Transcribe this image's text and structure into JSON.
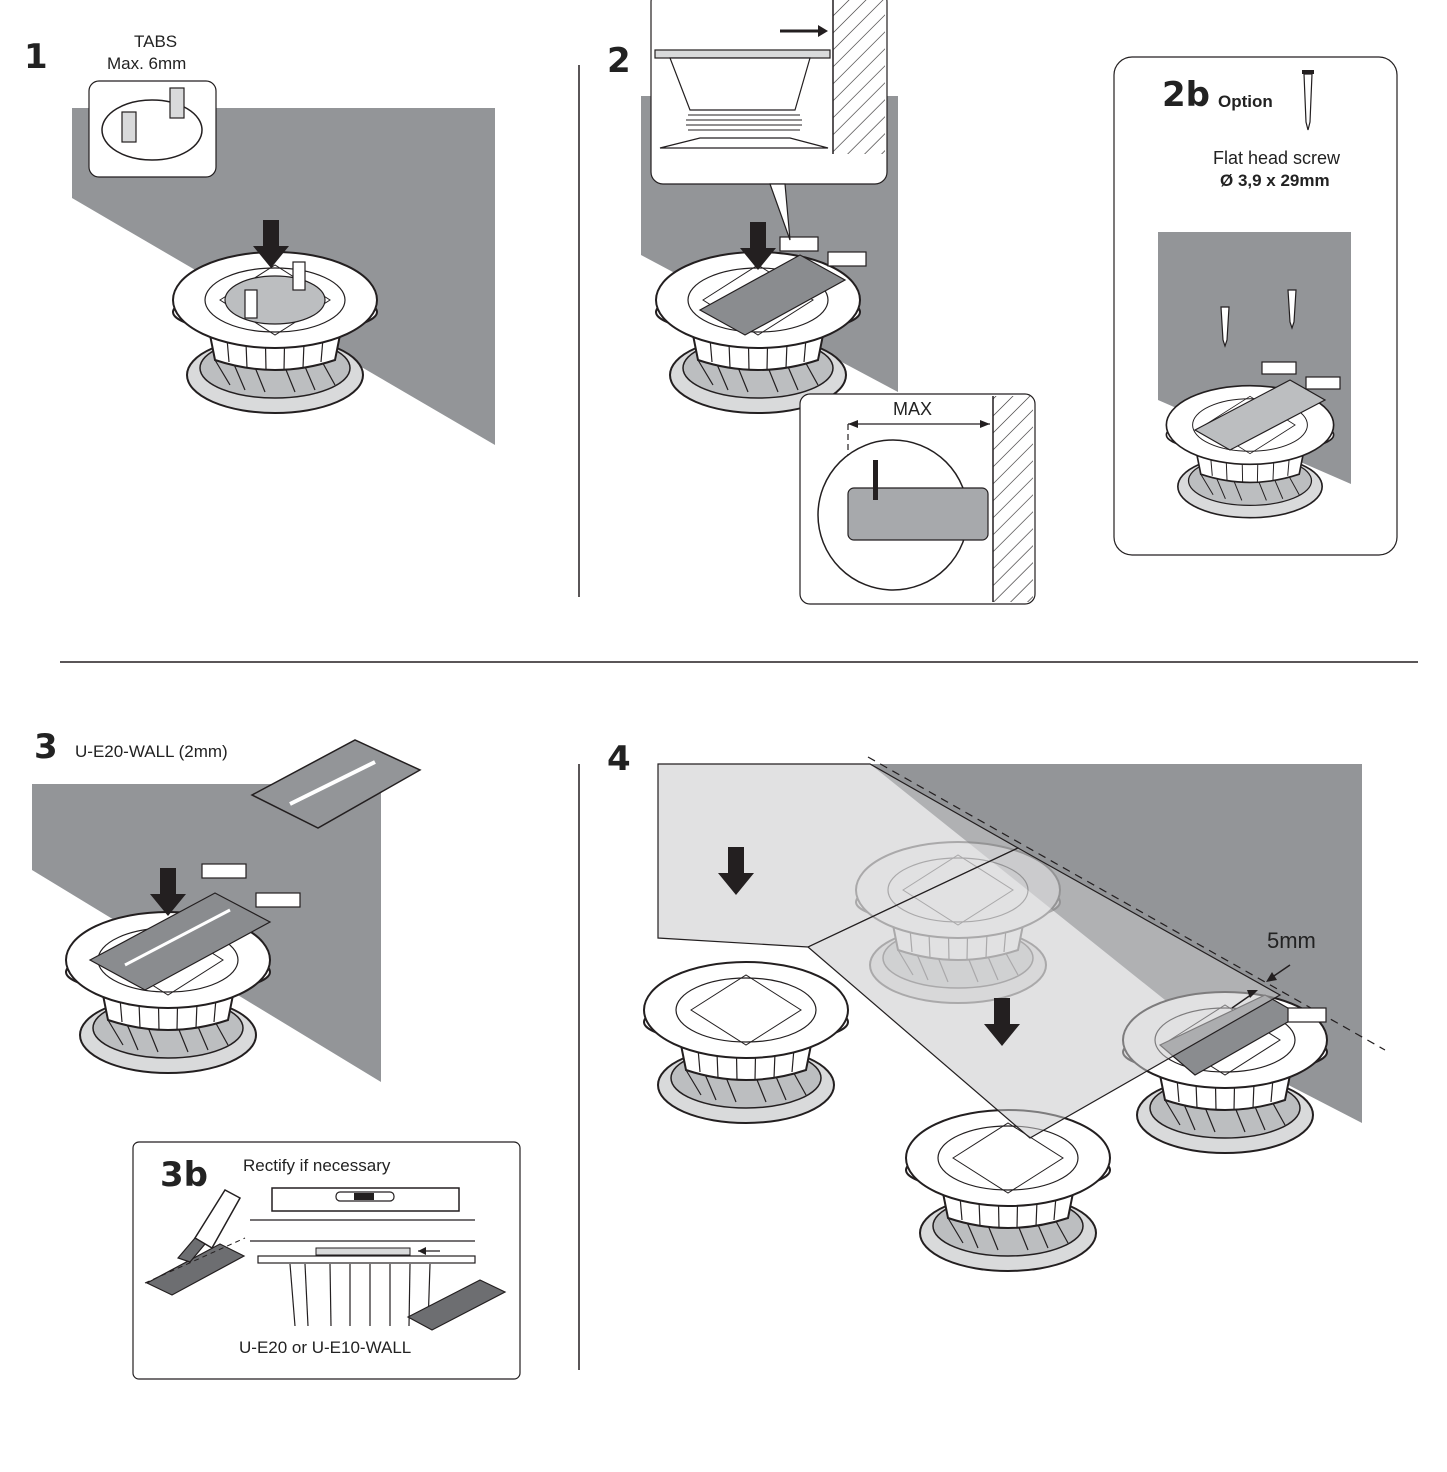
{
  "steps": {
    "s1": {
      "number": "1",
      "tabs_label": "TABS",
      "tabs_size": "Max. 6mm"
    },
    "s2": {
      "number": "2",
      "max_label": "MAX"
    },
    "s2b": {
      "number": "2b",
      "option_label": "Option",
      "screw_name": "Flat head screw",
      "screw_size": "Ø 3,9 x 29mm"
    },
    "s3": {
      "number": "3",
      "part_label": "U-E20-WALL (2mm)"
    },
    "s3b": {
      "number": "3b",
      "instruction": "Rectify if necessary",
      "parts": "U-E20 or U-E10-WALL"
    },
    "s4": {
      "number": "4",
      "gap_label": "5mm"
    }
  },
  "colors": {
    "wall": "#939598",
    "ink": "#231f20",
    "light_fill": "#e6e7e8",
    "panel_fill": "#c8c9cb",
    "plate": "#8a8c8f"
  },
  "icons": [
    "arrow-down-icon",
    "arrow-right-icon",
    "screw-icon",
    "pedestal-icon",
    "cutter-icon",
    "level-icon"
  ]
}
